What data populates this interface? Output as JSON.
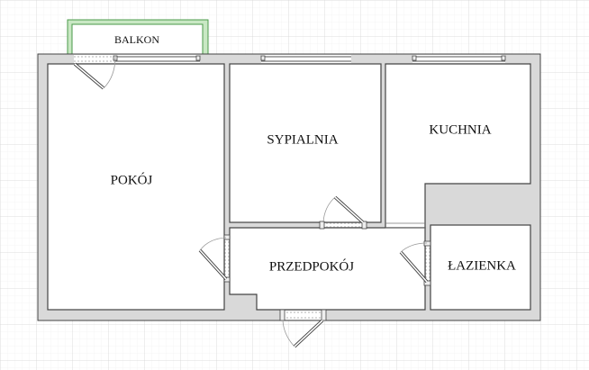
{
  "rooms": {
    "balkon": "BALKON",
    "pokoj": "POKÓJ",
    "sypialnia": "SYPIALNIA",
    "kuchnia": "KUCHNIA",
    "przedpokoj": "PRZEDPOKÓJ",
    "lazienka": "ŁAZIENKA"
  },
  "colors": {
    "balcony_outline": "#8fd18f",
    "wall_fill": "#d9d9d9",
    "wall_stroke": "#444444"
  }
}
